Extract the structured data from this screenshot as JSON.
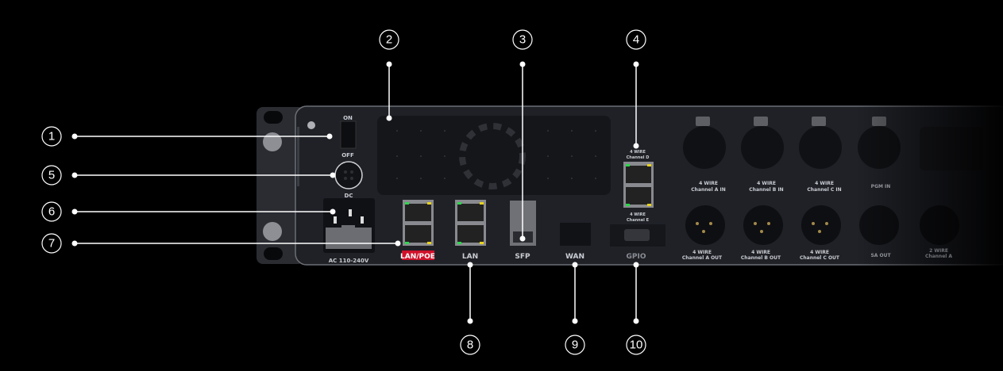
{
  "device_labels": {
    "switch_on": "ON",
    "switch_off": "OFF",
    "dc": "DC",
    "ac": "AC 110-240V",
    "lan_poe": "LAN/POE",
    "lan": "LAN",
    "sfp": "SFP",
    "wan": "WAN",
    "gpio": "GPIO",
    "ch_d_1": "4 WIRE",
    "ch_d_2": "Channel D",
    "ch_e_1": "4 WIRE",
    "ch_e_2": "Channel E",
    "xlr_in": [
      {
        "l1": "4 WIRE",
        "l2": "Channel A IN"
      },
      {
        "l1": "4 WIRE",
        "l2": "Channel B IN"
      },
      {
        "l1": "4 WIRE",
        "l2": "Channel C IN"
      },
      {
        "l1": "",
        "l2": "PGM IN"
      }
    ],
    "xlr_out": [
      {
        "l1": "4 WIRE",
        "l2": "Channel A OUT"
      },
      {
        "l1": "4 WIRE",
        "l2": "Channel B OUT"
      },
      {
        "l1": "4 WIRE",
        "l2": "Channel C OUT"
      },
      {
        "l1": "",
        "l2": "SA OUT"
      },
      {
        "l1": "2 WIRE",
        "l2": "Channel A"
      }
    ]
  },
  "callouts": [
    "1",
    "2",
    "3",
    "4",
    "5",
    "6",
    "7",
    "8",
    "9",
    "10"
  ],
  "colors": {
    "background": "#000000",
    "chassis": "#1f2127",
    "highlight": "#d0112b",
    "led_green": "#2bd64a",
    "led_yellow": "#e8d21a"
  }
}
